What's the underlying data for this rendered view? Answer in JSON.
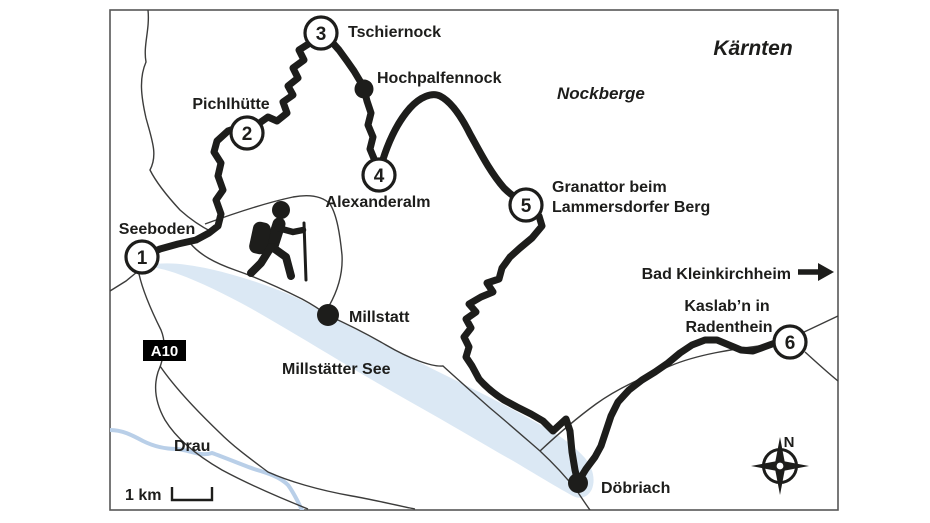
{
  "map": {
    "region_label": "Kärnten",
    "mountain_area_label": "Nockberge",
    "lake_label": "Millstätter See",
    "river_label": "Drau",
    "scale_label": "1 km",
    "compass_label": "N",
    "motorway_badge": "A10",
    "offmap_destination": "Bad Kleinkirchheim"
  },
  "stations": [
    {
      "number": "1",
      "label": "Seeboden"
    },
    {
      "number": "2",
      "label": "Pichlhütte"
    },
    {
      "number": "3",
      "label": "Tschiernock"
    },
    {
      "number": "4",
      "label": "Alexanderalm"
    },
    {
      "number": "5",
      "label_line1": "Granattor beim",
      "label_line2": "Lammersdorfer Berg"
    },
    {
      "number": "6",
      "label_line1": "Kaslab’n in",
      "label_line2": "Radenthein"
    }
  ],
  "places": {
    "hochpalfennock": "Hochpalfennock",
    "millstatt": "Millstatt",
    "doebriach": "Döbriach"
  },
  "icons": [
    "hiker-icon",
    "compass-rose-icon",
    "direction-arrow-icon"
  ],
  "colors": {
    "trail": "#1d1d1b",
    "label_text": "#1d1d1b",
    "lake_fill": "#dbe8f4",
    "river": "#b9cfe8",
    "road": "#3c3c3b",
    "frame": "#575756",
    "badge_background": "#000000",
    "badge_text": "#ffffff"
  }
}
